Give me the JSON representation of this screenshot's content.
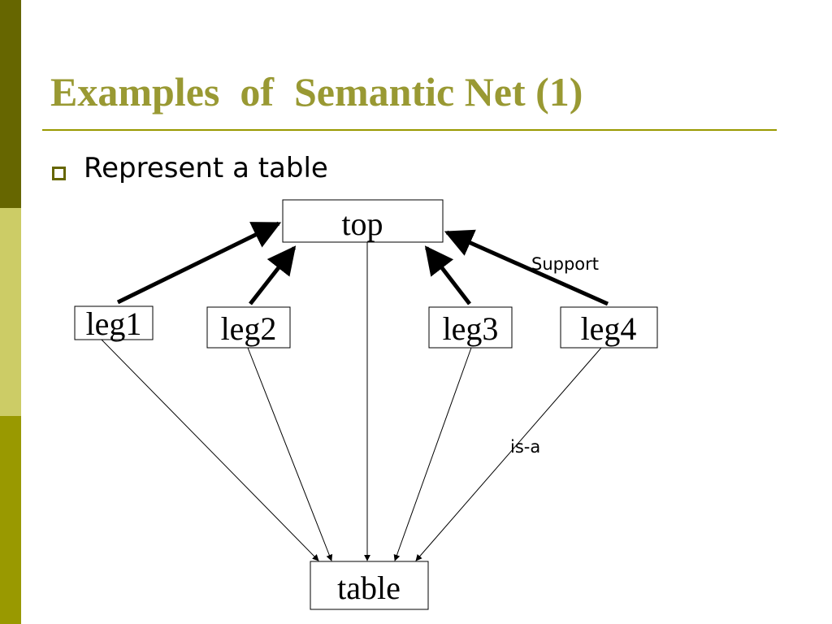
{
  "slide": {
    "title": "Examples  of  Semantic Net (1)",
    "bullet": "Represent a table"
  },
  "diagram": {
    "nodes": {
      "top": "top",
      "leg1": "leg1",
      "leg2": "leg2",
      "leg3": "leg3",
      "leg4": "leg4",
      "table": "table"
    },
    "edge_labels": {
      "support": "Support",
      "is_a": "is-a"
    },
    "edges": [
      {
        "from": "leg1",
        "to": "top",
        "relation": "Support"
      },
      {
        "from": "leg2",
        "to": "top",
        "relation": "Support"
      },
      {
        "from": "leg3",
        "to": "top",
        "relation": "Support"
      },
      {
        "from": "leg4",
        "to": "top",
        "relation": "Support"
      },
      {
        "from": "leg1",
        "to": "table",
        "relation": "is-a"
      },
      {
        "from": "leg2",
        "to": "table",
        "relation": "is-a"
      },
      {
        "from": "leg3",
        "to": "table",
        "relation": "is-a"
      },
      {
        "from": "leg4",
        "to": "table",
        "relation": "is-a"
      },
      {
        "from": "top",
        "to": "table",
        "relation": "is-a"
      }
    ]
  },
  "colors": {
    "title": "#999933",
    "sidebar_dark": "#666600",
    "sidebar_light": "#cccc66",
    "sidebar_mid": "#999900"
  }
}
